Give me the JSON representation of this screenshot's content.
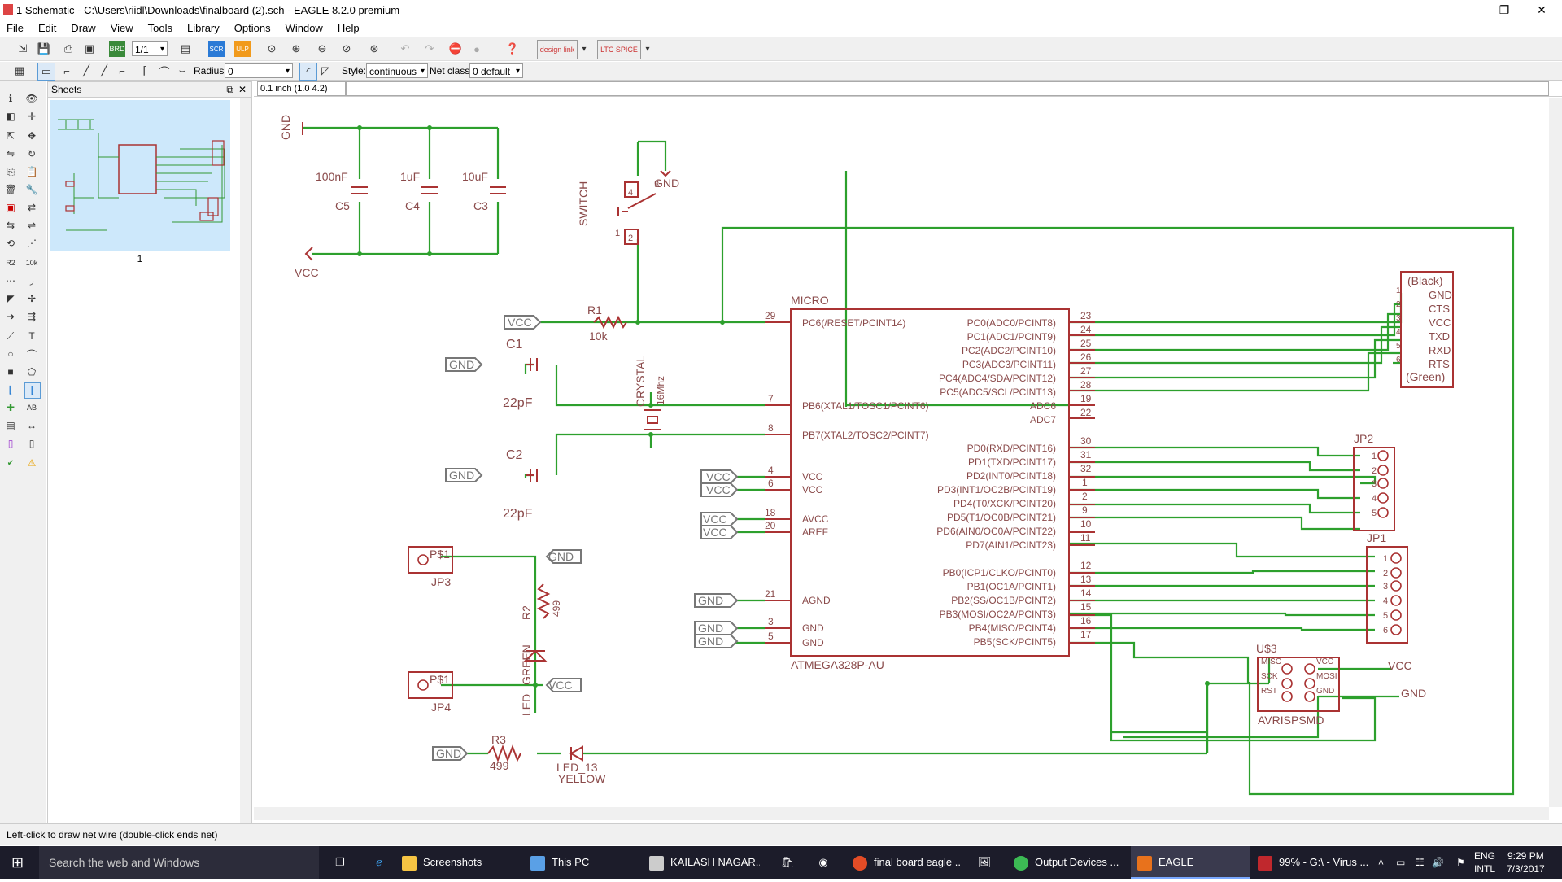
{
  "window": {
    "title": "1 Schematic - C:\\Users\\riidl\\Downloads\\finalboard (2).sch - EAGLE 8.2.0 premium",
    "minimize": "—",
    "maximize": "❐",
    "close": "✕"
  },
  "menu": [
    "File",
    "Edit",
    "Draw",
    "View",
    "Tools",
    "Library",
    "Options",
    "Window",
    "Help"
  ],
  "toolbar1": {
    "sheet_select": "1/1",
    "designlink_label": "design link",
    "ltspice_label": "LTC SPICE"
  },
  "toolbar2": {
    "radius_label": "Radius:",
    "radius_value": "0",
    "style_label": "Style:",
    "style_value": "continuous",
    "netclass_label": "Net class:",
    "netclass_value": "0 default"
  },
  "sheets_panel": {
    "title": "Sheets",
    "sheet_number": "1"
  },
  "coordinate": "0.1 inch (1.0 4.2)",
  "status_text": "Left-click to draw net wire (double-click ends net)",
  "schematic": {
    "caps": [
      {
        "value": "100nF",
        "name": "C5"
      },
      {
        "value": "1uF",
        "name": "C4"
      },
      {
        "value": "10uF",
        "name": "C3"
      }
    ],
    "gnd_top": "GND",
    "vcc_left": "VCC",
    "switch_label": "SWITCH",
    "switch_pins": [
      "3",
      "4",
      "1",
      "2"
    ],
    "gnd_switch": "GND",
    "r1": {
      "name": "R1",
      "value": "10k"
    },
    "vcc_box": "VCC",
    "gnd_box": "GND",
    "c1": {
      "name": "C1",
      "value": "22pF"
    },
    "c2": {
      "name": "C2",
      "value": "22pF"
    },
    "crystal": {
      "name": "CRYSTAL",
      "value": "16Mhz"
    },
    "micro": {
      "label": "MICRO",
      "part": "ATMEGA328P-AU",
      "left_pins": [
        {
          "num": "29",
          "name": "PC6(/RESET/PCINT14)"
        },
        {
          "num": "7",
          "name": "PB6(XTAL1/TOSC1/PCINT6)"
        },
        {
          "num": "8",
          "name": "PB7(XTAL2/TOSC2/PCINT7)"
        },
        {
          "num": "4",
          "name": "VCC"
        },
        {
          "num": "6",
          "name": "VCC"
        },
        {
          "num": "18",
          "name": "AVCC"
        },
        {
          "num": "20",
          "name": "AREF"
        },
        {
          "num": "21",
          "name": "AGND"
        },
        {
          "num": "3",
          "name": "GND"
        },
        {
          "num": "5",
          "name": "GND"
        }
      ],
      "right_pins": [
        {
          "num": "23",
          "name": "PC0(ADC0/PCINT8)"
        },
        {
          "num": "24",
          "name": "PC1(ADC1/PCINT9)"
        },
        {
          "num": "25",
          "name": "PC2(ADC2/PCINT10)"
        },
        {
          "num": "26",
          "name": "PC3(ADC3/PCINT11)"
        },
        {
          "num": "27",
          "name": "PC4(ADC4/SDA/PCINT12)"
        },
        {
          "num": "28",
          "name": "PC5(ADC5/SCL/PCINT13)"
        },
        {
          "num": "19",
          "name": "ADC6"
        },
        {
          "num": "22",
          "name": "ADC7"
        },
        {
          "num": "30",
          "name": "PD0(RXD/PCINT16)"
        },
        {
          "num": "31",
          "name": "PD1(TXD/PCINT17)"
        },
        {
          "num": "32",
          "name": "PD2(INT0/PCINT18)"
        },
        {
          "num": "1",
          "name": "PD3(INT1/OC2B/PCINT19)"
        },
        {
          "num": "2",
          "name": "PD4(T0/XCK/PCINT20)"
        },
        {
          "num": "9",
          "name": "PD5(T1/OC0B/PCINT21)"
        },
        {
          "num": "10",
          "name": "PD6(AIN0/OC0A/PCINT22)"
        },
        {
          "num": "11",
          "name": "PD7(AIN1/PCINT23)"
        },
        {
          "num": "12",
          "name": "PB0(ICP1/CLKO/PCINT0)"
        },
        {
          "num": "13",
          "name": "PB1(OC1A/PCINT1)"
        },
        {
          "num": "14",
          "name": "PB2(SS/OC1B/PCINT2)"
        },
        {
          "num": "15",
          "name": "PB3(MOSI/OC2A/PCINT3)"
        },
        {
          "num": "16",
          "name": "PB4(MISO/PCINT4)"
        },
        {
          "num": "17",
          "name": "PB5(SCK/PCINT5)"
        }
      ]
    },
    "ftdi": {
      "top": "(Black)",
      "bottom": "(Green)",
      "pins": [
        "GND",
        "CTS",
        "VCC",
        "TXD",
        "RXD",
        "RTS"
      ],
      "nums": [
        "1",
        "2",
        "3",
        "4",
        "5",
        "6"
      ]
    },
    "jp2": {
      "name": "JP2",
      "nums": [
        "1",
        "2",
        "3",
        "4",
        "5"
      ]
    },
    "jp1": {
      "name": "JP1",
      "nums": [
        "1",
        "2",
        "3",
        "4",
        "5",
        "6"
      ]
    },
    "isp": {
      "name": "U$3",
      "part": "AVRISPSMD",
      "left": [
        "MISO",
        "SCK",
        "RST"
      ],
      "right": [
        "VCC",
        "MOSI",
        "GND"
      ],
      "vcc": "VCC",
      "gnd": "GND"
    },
    "jp3": {
      "pad": "P$1",
      "name": "JP3"
    },
    "jp4": {
      "pad": "P$1",
      "name": "JP4"
    },
    "r2": {
      "name": "R2",
      "value": "499"
    },
    "led_green": {
      "name": "LED",
      "value": "GREEN"
    },
    "r3": {
      "name": "R3",
      "value": "499"
    },
    "led13": {
      "name": "LED_13",
      "value": "YELLOW"
    },
    "gnd_jp3": "GND",
    "vcc_jp4": "VCC",
    "gnd_r3": "GND"
  },
  "taskbar": {
    "search": "Search the web and Windows",
    "items": [
      {
        "label": "Screenshots",
        "color": "#f6c443"
      },
      {
        "label": "This PC",
        "color": "#5aa0e6"
      },
      {
        "label": "KAILASH NAGAR...",
        "color": "#cccccc"
      },
      {
        "label": "final board eagle ...",
        "color": "#e34c26"
      },
      {
        "label": "Output Devices ...",
        "color": "#3cba54"
      },
      {
        "label": "EAGLE",
        "color": "#e8721c"
      },
      {
        "label": "99% - G:\\ - Virus ...",
        "color": "#c0282d"
      }
    ],
    "lang": "ENG",
    "layout": "INTL",
    "time": "9:29 PM",
    "date": "7/3/2017"
  }
}
